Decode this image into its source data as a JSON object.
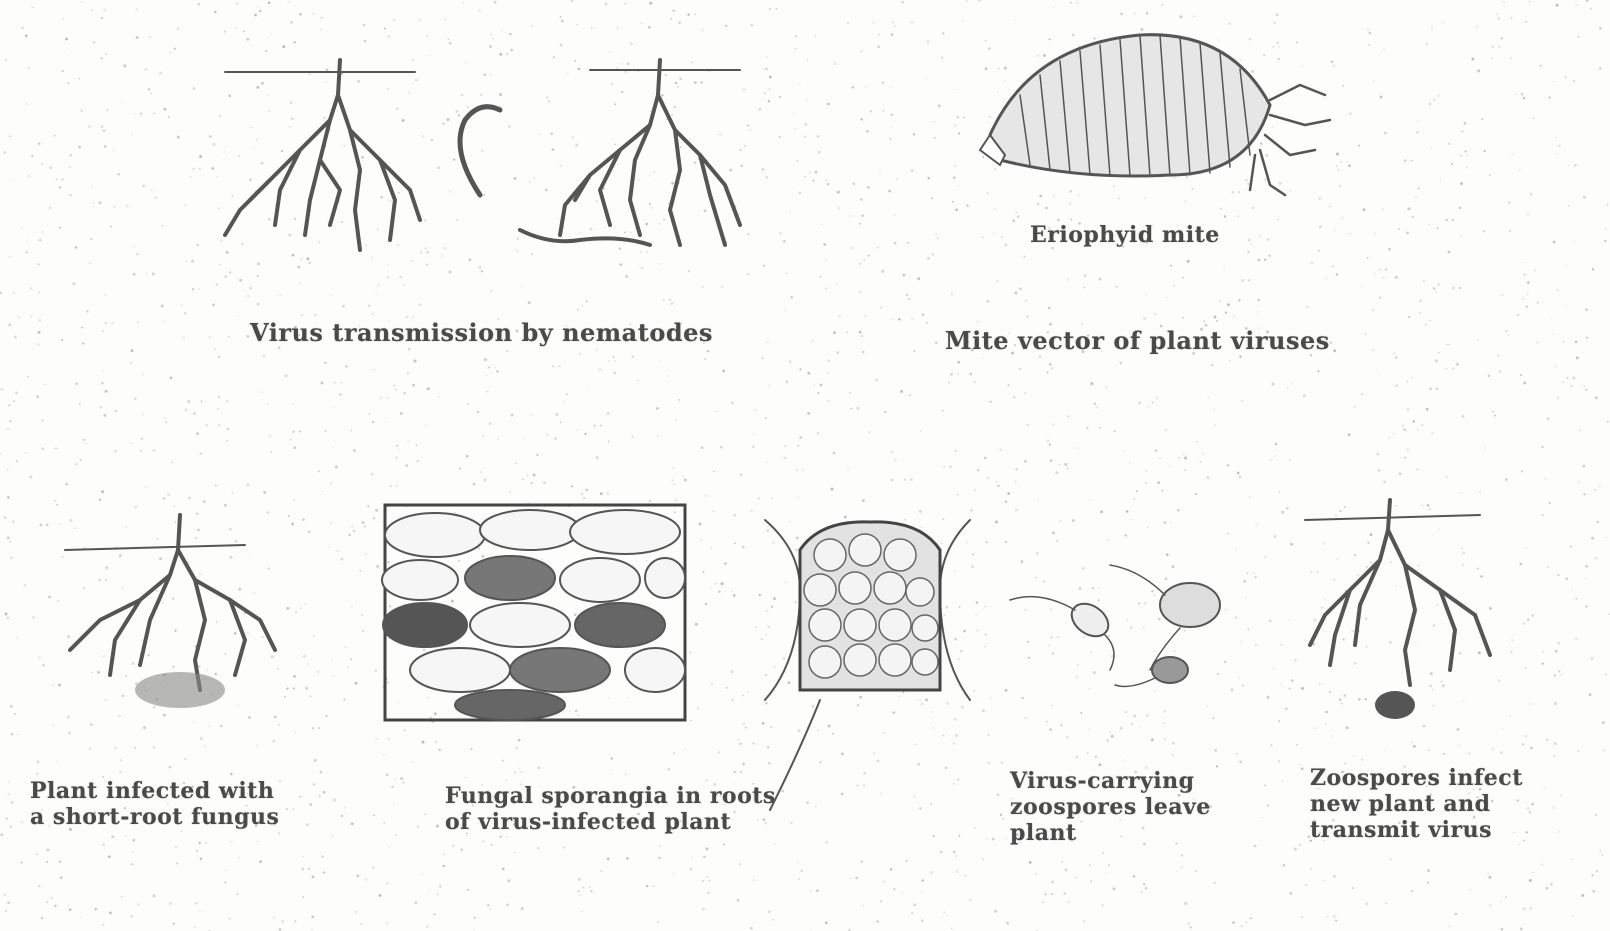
{
  "captions": {
    "nematode": "Virus transmission by nematodes",
    "eriophyid": "Eriophyid mite",
    "mite_vector": "Mite vector of plant viruses",
    "plant_infected": [
      "Plant infected with",
      "a short-root fungus"
    ],
    "fungal_sporangia": [
      "Fungal sporangia in roots",
      "of virus-infected plant"
    ],
    "virus_zoospores": [
      "Virus-carrying",
      "zoospores leave",
      "plant"
    ],
    "zoospores_infect": [
      "Zoospores infect",
      "new plant and",
      "transmit virus"
    ]
  },
  "colors": {
    "paper": "#fdfdfb",
    "ink": "#555555",
    "dark_ink": "#333333"
  },
  "icons": {
    "nematode": "nematode-icon",
    "mite": "mite-icon",
    "zoospore": "zoospore-icon"
  }
}
